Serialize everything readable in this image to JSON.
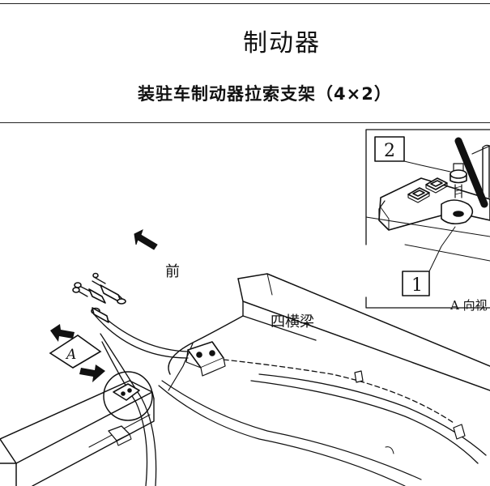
{
  "header": {
    "section_title": "制动器",
    "subtitle": "装驻车制动器拉索支架（4×2）"
  },
  "figure": {
    "labels": {
      "front": "前",
      "crossmember": "四横梁",
      "view_a_tag": "A",
      "callout_1": "1",
      "callout_2": "2",
      "inset_caption": "A 向视"
    }
  }
}
